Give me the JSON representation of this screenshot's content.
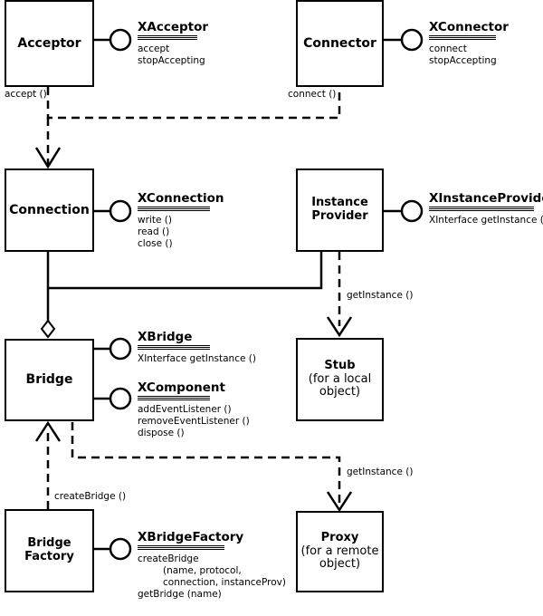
{
  "boxes": {
    "acceptor": "Acceptor",
    "connector": "Connector",
    "connection": "Connection",
    "instance_provider_l1": "Instance",
    "instance_provider_l2": "Provider",
    "bridge": "Bridge",
    "stub_title": "Stub",
    "stub_l2": "(for a local",
    "stub_l3": "object)",
    "bridge_factory_l1": "Bridge",
    "bridge_factory_l2": "Factory",
    "proxy_title": "Proxy",
    "proxy_l2": "(for a remote",
    "proxy_l3": "object)"
  },
  "interfaces": {
    "xacceptor": {
      "name": "XAcceptor",
      "methods": [
        "accept",
        "stopAccepting"
      ]
    },
    "xconnector": {
      "name": "XConnector",
      "methods": [
        "connect",
        "stopAccepting"
      ]
    },
    "xconnection": {
      "name": "XConnection",
      "methods": [
        "write ()",
        "read ()",
        "close ()"
      ]
    },
    "xinstanceprovider": {
      "name": "XInstanceProvider",
      "methods": [
        "XInterface getInstance ()"
      ]
    },
    "xbridge": {
      "name": "XBridge",
      "methods": [
        "XInterface getInstance ()"
      ]
    },
    "xcomponent": {
      "name": "XComponent",
      "methods": [
        "addEventListener ()",
        "removeEventListener ()",
        "dispose ()"
      ]
    },
    "xbridgefactory": {
      "name": "XBridgeFactory",
      "methods": [
        "createBridge",
        "(name, protocol,",
        "connection, instanceProv)",
        "getBridge (name)"
      ]
    }
  },
  "edge_labels": {
    "accept": "accept ()",
    "connect": "connect ()",
    "get_instance_stub": "getInstance ()",
    "get_instance_proxy": "getInstance ()",
    "create_bridge": "createBridge ()"
  }
}
